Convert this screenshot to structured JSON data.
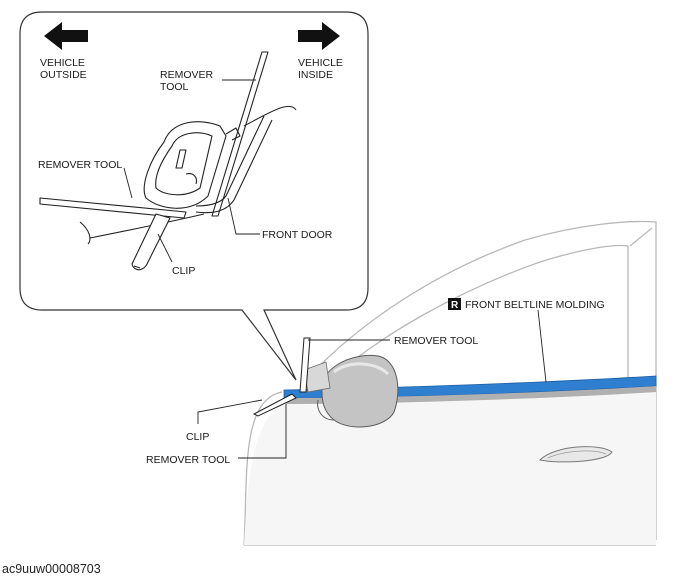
{
  "diagram": {
    "labels": {
      "vehicle_outside_1": "VEHICLE",
      "vehicle_outside_2": "OUTSIDE",
      "vehicle_inside_1": "VEHICLE",
      "vehicle_inside_2": "INSIDE",
      "remover_tool_top_1": "REMOVER",
      "remover_tool_top_2": "TOOL",
      "remover_tool_left": "REMOVER TOOL",
      "front_door": "FRONT DOOR",
      "clip_detail": "CLIP",
      "beltline_badge": "R",
      "beltline_molding": "FRONT BELTLINE MOLDING",
      "remover_tool_car": "REMOVER TOOL",
      "clip_car": "CLIP",
      "remover_tool_bottom": "REMOVER TOOL"
    },
    "reference_code": "ac9uuw00008703",
    "colors": {
      "molding": "#2e7fd0",
      "line": "#1a1a1a",
      "body_line": "#b8b8b8",
      "mirror": "#bdbdbd"
    }
  }
}
